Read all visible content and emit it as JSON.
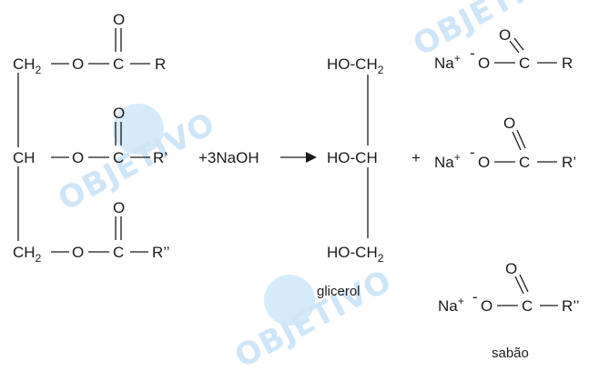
{
  "watermark": {
    "brand": "OBJETIVO"
  },
  "symbols": {
    "O": "O",
    "C": "C",
    "H": "H",
    "CH": "CH",
    "two": "2",
    "R": "R",
    "R1": "R’",
    "R2": "R’’",
    "Na": "Na",
    "plus": "+",
    "minus": "-",
    "HO": "HO",
    "dash": "-"
  },
  "reagent": {
    "text": "+3NaOH"
  },
  "plus_sign": "+",
  "labels": {
    "glycerol": "glicerol",
    "soap": "sabão"
  },
  "colors": {
    "ink": "#1a1a1a",
    "watermark": "#cfe6f8"
  }
}
